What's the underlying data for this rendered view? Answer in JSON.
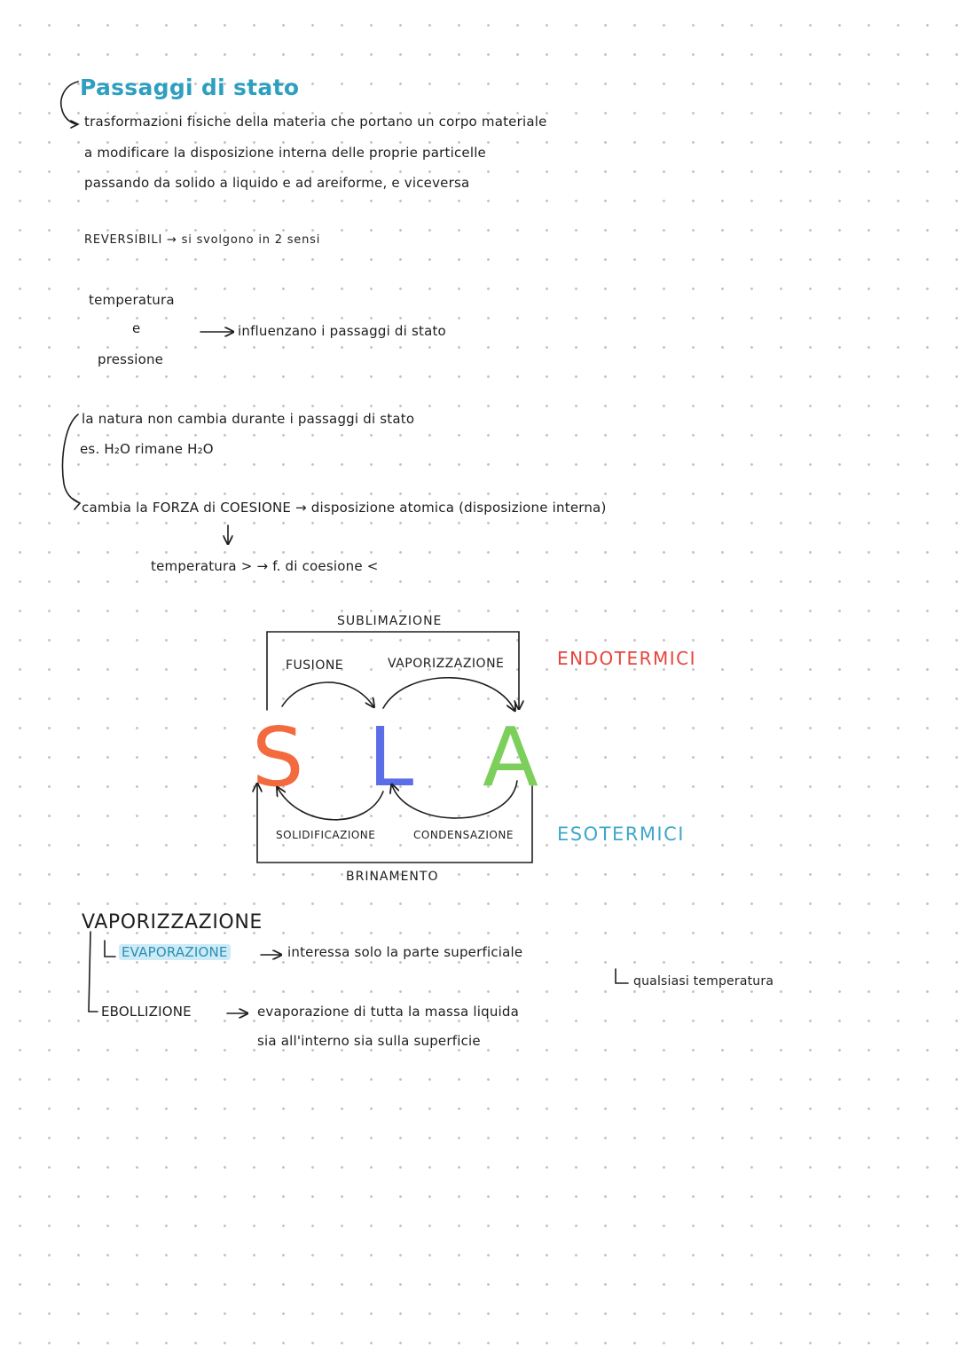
{
  "title": "Passaggi di stato",
  "definition": {
    "line1": "trasformazioni fisiche della materia che portano un corpo materiale",
    "line2": "a modificare la disposizione interna delle proprie particelle",
    "line3": "passando da solido a liquido e ad areiforme, e viceversa"
  },
  "reversibili": "REVERSIBILI → si svolgono in 2 sensi",
  "factors": {
    "temperatura": "temperatura",
    "e": "e",
    "pressione": "pressione",
    "effect": "influenzano i passaggi di stato"
  },
  "nature": {
    "line1": "la natura non cambia durante i passaggi di stato",
    "example": "es. H₂O rimane H₂O",
    "cohesion": "cambia la FORZA di COESIONE → disposizione atomica (disposizione interna)",
    "temp_rule": "temperatura > → f. di coesione <"
  },
  "diagram": {
    "S": "S",
    "L": "L",
    "A": "A",
    "sublimazione": "SUBLIMAZIONE",
    "fusione": "FUSIONE",
    "vaporizzazione": "VAPORIZZAZIONE",
    "solidificazione": "SOLIDIFICAZIONE",
    "condensazione": "CONDENSAZIONE",
    "brinamento": "BRINAMENTO",
    "endotermici": "ENDOTERMICI",
    "esotermici": "ESOTERMICI",
    "colors": {
      "S": "#f26a3d",
      "L": "#5b6ee8",
      "A": "#7ccf5a",
      "endo": "#e8443a",
      "eso": "#3fa7c9"
    }
  },
  "vaporizzazione": {
    "title": "VAPORIZZAZIONE",
    "evaporazione": "EVAPORAZIONE",
    "evap_desc": "interessa solo la parte superficiale",
    "evap_temp": "qualsiasi temperatura",
    "ebollizione": "EBOLLIZIONE",
    "ebol_desc": "evaporazione di tutta la massa liquida",
    "ebol_desc2": "sia all'interno sia sulla superficie"
  }
}
